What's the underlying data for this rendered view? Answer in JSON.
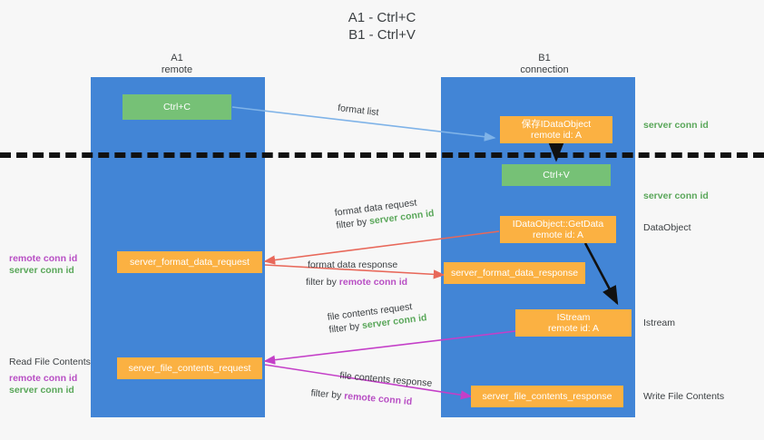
{
  "title": "A1 - Ctrl+C\nB1 - Ctrl+V",
  "columns": {
    "left": "A1\nremote",
    "right": "B1\nconnection"
  },
  "colors": {
    "lane": "#4285d6",
    "orange": "#fbb142",
    "green_box": "#76c176",
    "green_text": "#5aa75a",
    "magenta_text": "#b84fc4",
    "arrow_blue": "#7fb3e8",
    "arrow_red": "#e8685a",
    "arrow_magenta": "#c council"
  },
  "boxes": {
    "ctrl_c": "Ctrl+C",
    "ctrl_v": "Ctrl+V",
    "save_idataobject_l1": "保存IDataObject",
    "save_idataobject_l2": "remote id: A",
    "getdata_l1": "IDataObject::GetData",
    "getdata_l2": "remote id: A",
    "istream_l1": "IStream",
    "istream_l2": "remote id: A",
    "server_format_data_request": "server_format_data_request",
    "server_format_data_response": "server_format_data_response",
    "server_file_contents_request": "server_file_contents_request",
    "server_file_contents_response": "server_file_contents_response"
  },
  "right_labels": {
    "server_conn_id_top": "server conn id",
    "server_conn_id_mid": "server conn id",
    "dataobject": "DataObject",
    "istream": "Istream",
    "write_file_contents": "Write File Contents"
  },
  "left_labels": {
    "remote_conn_id_1": "remote conn id",
    "server_conn_id_1": "server conn id",
    "read_file_contents": "Read File Contents",
    "remote_conn_id_2": "remote conn id",
    "server_conn_id_2": "server conn id"
  },
  "arrow_labels": {
    "format_list": "format list",
    "format_data_request": "format data request",
    "format_data_request_filter_prefix": "filter by ",
    "format_data_request_filter_value": "server conn id",
    "format_data_response": "format data response",
    "format_data_response_filter_prefix": "filter by ",
    "format_data_response_filter_value": "remote conn id",
    "file_contents_request": "file contents request",
    "file_contents_request_filter_prefix": "filter by ",
    "file_contents_request_filter_value": "server conn id",
    "file_contents_response": "file contents response",
    "file_contents_response_filter_prefix": "filter by ",
    "file_contents_response_filter_value": "remote conn id"
  }
}
